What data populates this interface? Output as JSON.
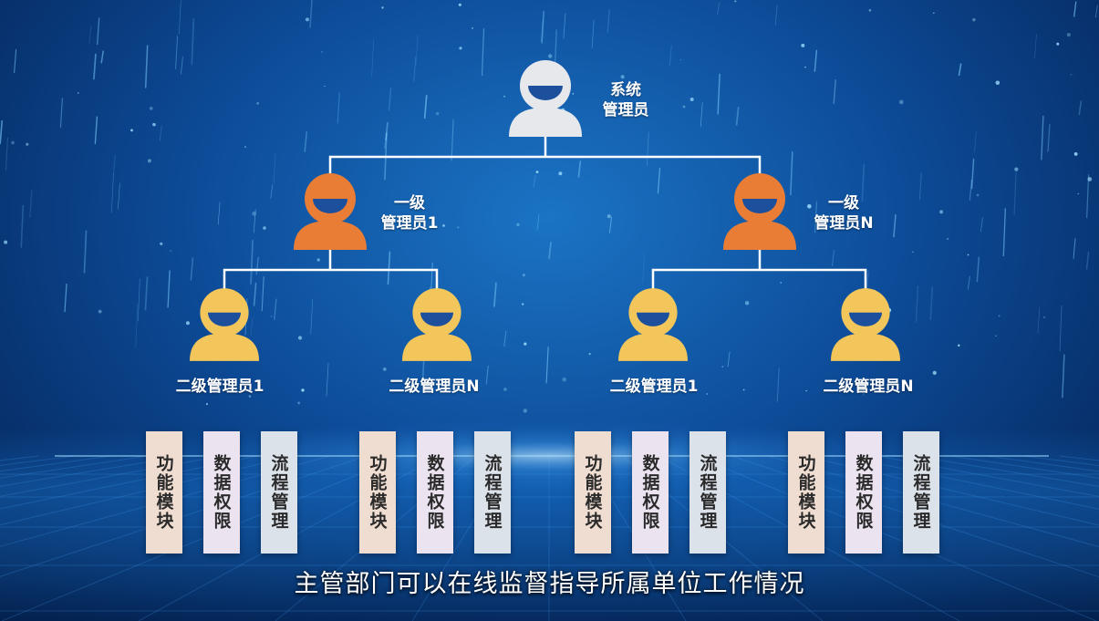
{
  "colors": {
    "root": "#e6e8ec",
    "level1": "#e97d35",
    "level2": "#f2c65a",
    "connector": "#ffffff"
  },
  "root": {
    "label_line1": "系统",
    "label_line2": "管理员",
    "icon": "user-icon"
  },
  "level1": [
    {
      "label_line1": "一级",
      "label_line2": "管理员1",
      "icon": "user-icon"
    },
    {
      "label_line1": "一级",
      "label_line2": "管理员N",
      "icon": "user-icon"
    }
  ],
  "level2": [
    {
      "label": "二级管理员1",
      "icon": "user-icon"
    },
    {
      "label": "二级管理员N",
      "icon": "user-icon"
    },
    {
      "label": "二级管理员1",
      "icon": "user-icon"
    },
    {
      "label": "二级管理员N",
      "icon": "user-icon"
    }
  ],
  "modules": [
    "功能模块",
    "数据权限",
    "流程管理"
  ],
  "subtitle": "主管部门可以在线监督指导所属单位工作情况"
}
